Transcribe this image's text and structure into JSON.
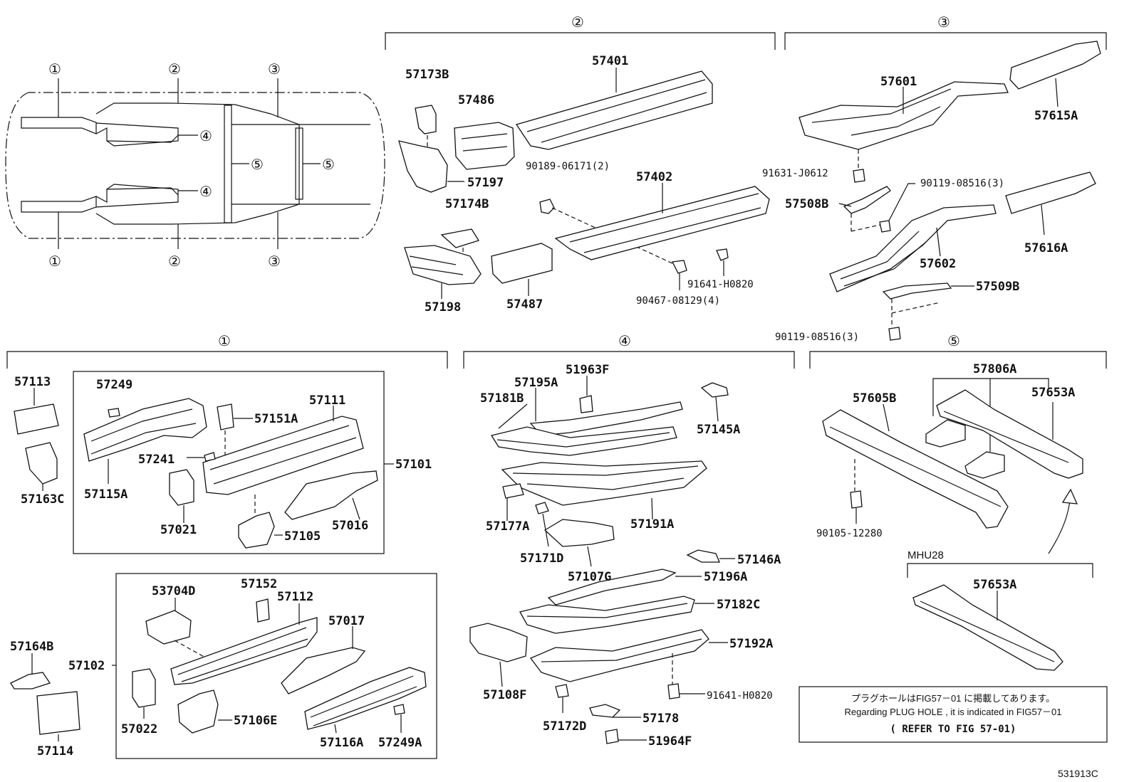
{
  "sections": {
    "s1": "①",
    "s2": "②",
    "s3": "③",
    "s4": "④",
    "s5": "⑤"
  },
  "overview": {
    "c1a": "①",
    "c1b": "①",
    "c2a": "②",
    "c2b": "②",
    "c3a": "③",
    "c3b": "③",
    "c4a": "④",
    "c4b": "④",
    "c5a": "⑤",
    "c5b": "⑤"
  },
  "parts": {
    "p57173B": "57173B",
    "p57486": "57486",
    "p57401": "57401",
    "p57197": "57197",
    "p90189": "90189-06171(2)",
    "p57402": "57402",
    "p57174B": "57174B",
    "p57198": "57198",
    "p57487": "57487",
    "p91641a": "91641-H0820",
    "p90467": "90467-08129(4)",
    "p57601": "57601",
    "p57615A": "57615A",
    "p91631": "91631-J0612",
    "p57508B": "57508B",
    "p90119a": "90119-08516(3)",
    "p57616A": "57616A",
    "p57602": "57602",
    "p57509B": "57509B",
    "p90119b": "90119-08516(3)",
    "p57113": "57113",
    "p57249": "57249",
    "p57111": "57111",
    "p57151A": "57151A",
    "p57163C": "57163C",
    "p57241": "57241",
    "p57101": "57101",
    "p57115A": "57115A",
    "p57021": "57021",
    "p57016": "57016",
    "p57105": "57105",
    "p53704D": "53704D",
    "p57152": "57152",
    "p57112": "57112",
    "p57017": "57017",
    "p57164B": "57164B",
    "p57102": "57102",
    "p57022": "57022",
    "p57106E": "57106E",
    "p57114": "57114",
    "p57116A": "57116A",
    "p57249A": "57249A",
    "p51963F": "51963F",
    "p57195A": "57195A",
    "p57181B": "57181B",
    "p57145A": "57145A",
    "p57177A": "57177A",
    "p57191A": "57191A",
    "p57171D": "57171D",
    "p57146A": "57146A",
    "p57107G": "57107G",
    "p57196A": "57196A",
    "p57182C": "57182C",
    "p57108F": "57108F",
    "p57192A": "57192A",
    "p91641b": "91641-H0820",
    "p57172D": "57172D",
    "p57178": "57178",
    "p51964F": "51964F",
    "p57806A": "57806A",
    "p57605B": "57605B",
    "p57653A": "57653A",
    "p90105": "90105-12280",
    "pMHU28": "MHU28",
    "p57653A2": "57653A"
  },
  "note": {
    "line1": "プラグホールはFIG57－01 に掲載してあります。",
    "line2": "Regarding PLUG HOLE , it is indicated in FIG57－01",
    "line3": "( REFER TO FIG 57-01)"
  },
  "figure_id": "531913C"
}
